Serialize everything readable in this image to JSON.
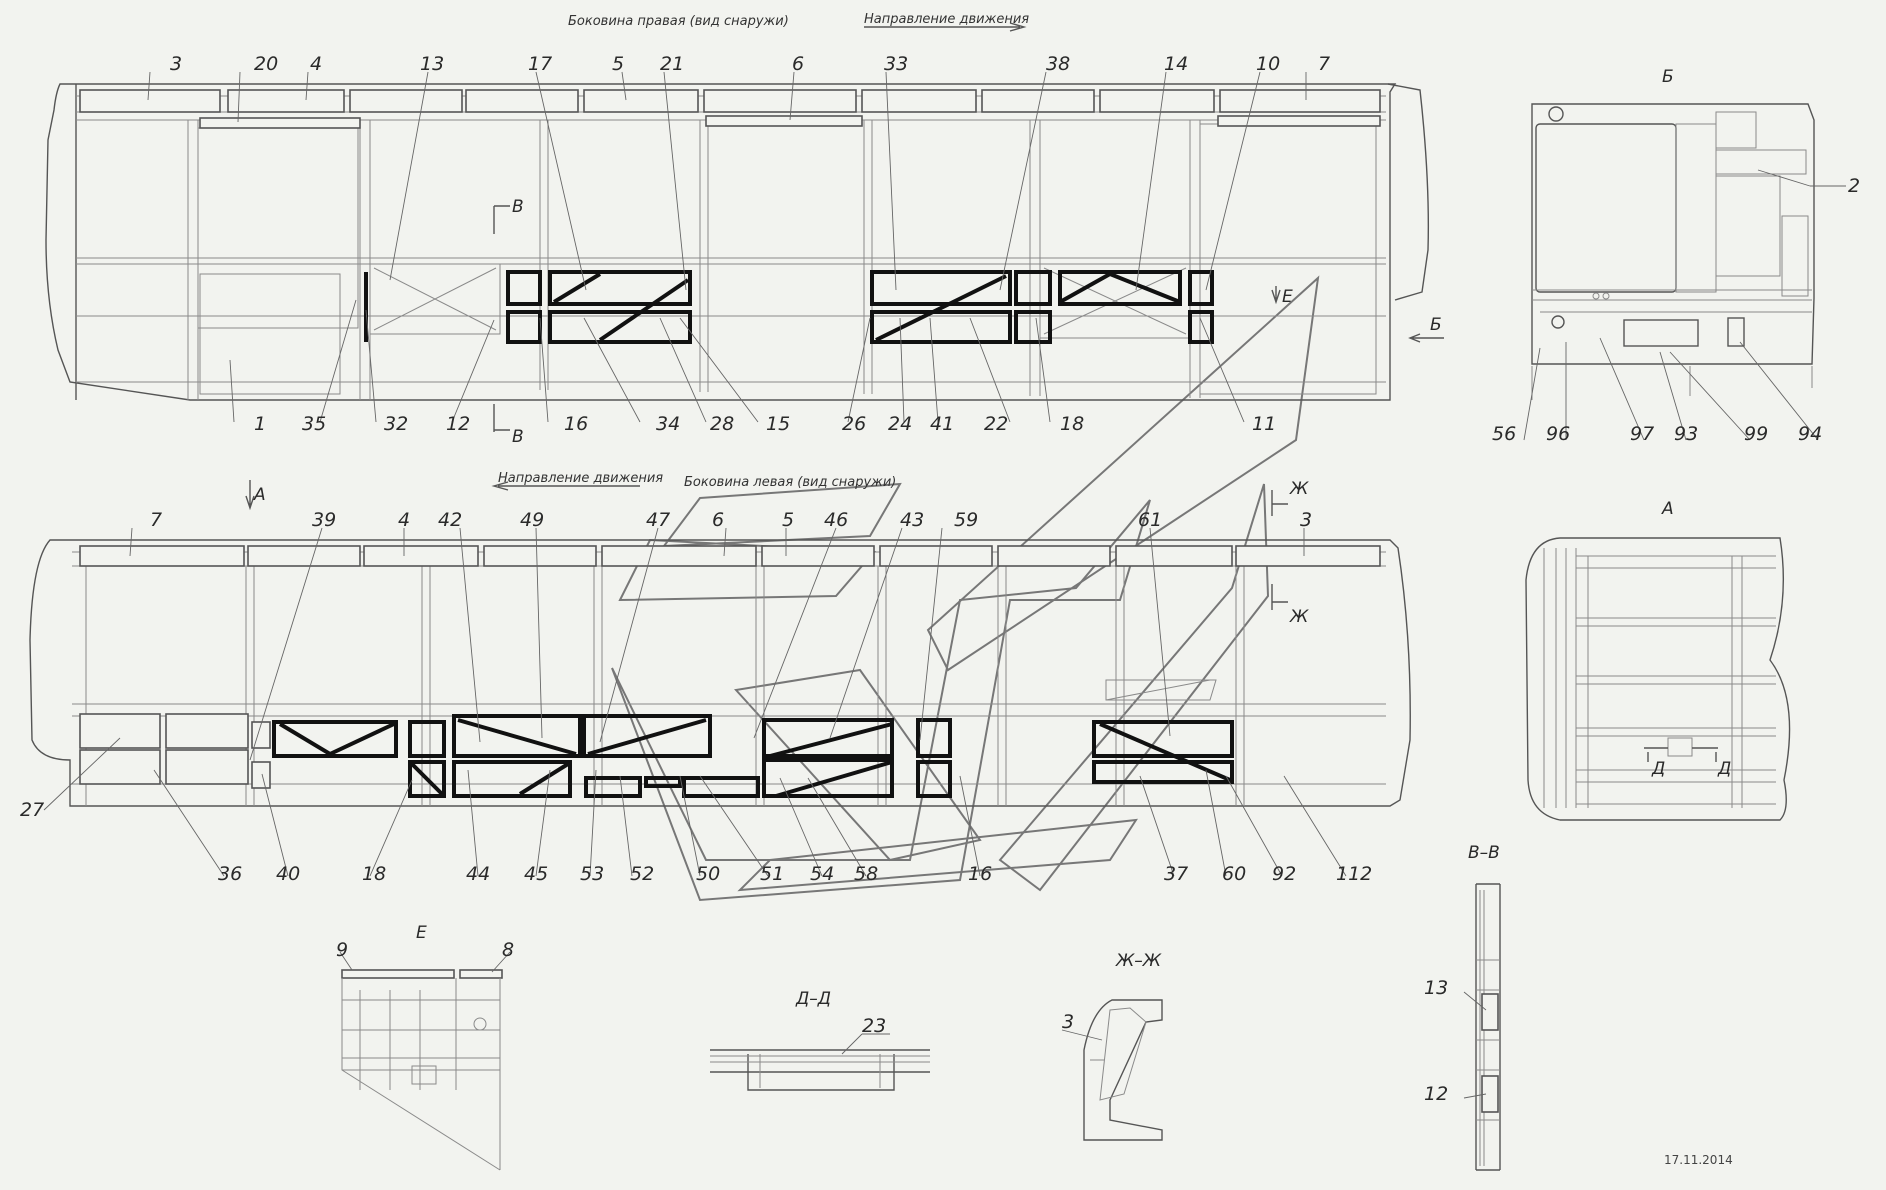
{
  "views": {
    "right_side": {
      "title": "Боковина правая (вид снаружи)",
      "direction": "Направление движения"
    },
    "left_side": {
      "title": "Боковина левая (вид снаружи)",
      "direction": "Направление движения"
    },
    "view_b": {
      "title": "Б"
    },
    "view_a": {
      "title": "А"
    },
    "view_e": {
      "title": "Е"
    },
    "section_dd": {
      "title": "Д–Д"
    },
    "section_zhzh": {
      "title": "Ж–Ж"
    },
    "section_vv": {
      "title": "В–В"
    }
  },
  "section_markers": {
    "v": "В",
    "b": "Б",
    "a": "А",
    "e": "Е",
    "zh": "Ж",
    "d": "Д"
  },
  "callouts": {
    "right_top": [
      "3",
      "20",
      "4",
      "13",
      "17",
      "5",
      "21",
      "6",
      "33",
      "38",
      "14",
      "10",
      "7"
    ],
    "right_bottom": [
      "1",
      "35",
      "32",
      "12",
      "16",
      "34",
      "28",
      "15",
      "26",
      "24",
      "41",
      "22",
      "18",
      "11"
    ],
    "left_top": [
      "7",
      "39",
      "4",
      "42",
      "49",
      "47",
      "6",
      "5",
      "46",
      "43",
      "59",
      "61",
      "3"
    ],
    "left_bottom": [
      "27",
      "36",
      "40",
      "18",
      "44",
      "45",
      "53",
      "52",
      "50",
      "51",
      "54",
      "58",
      "16",
      "37",
      "60",
      "92",
      "112"
    ],
    "view_b_top": [
      "2"
    ],
    "view_b_bottom": [
      "56",
      "96",
      "97",
      "93",
      "99",
      "94"
    ],
    "view_e": [
      "9",
      "8"
    ],
    "section_dd": [
      "23"
    ],
    "section_zhzh": [
      "3"
    ],
    "section_vv": [
      "13",
      "12"
    ]
  },
  "date": "17.11.2014"
}
